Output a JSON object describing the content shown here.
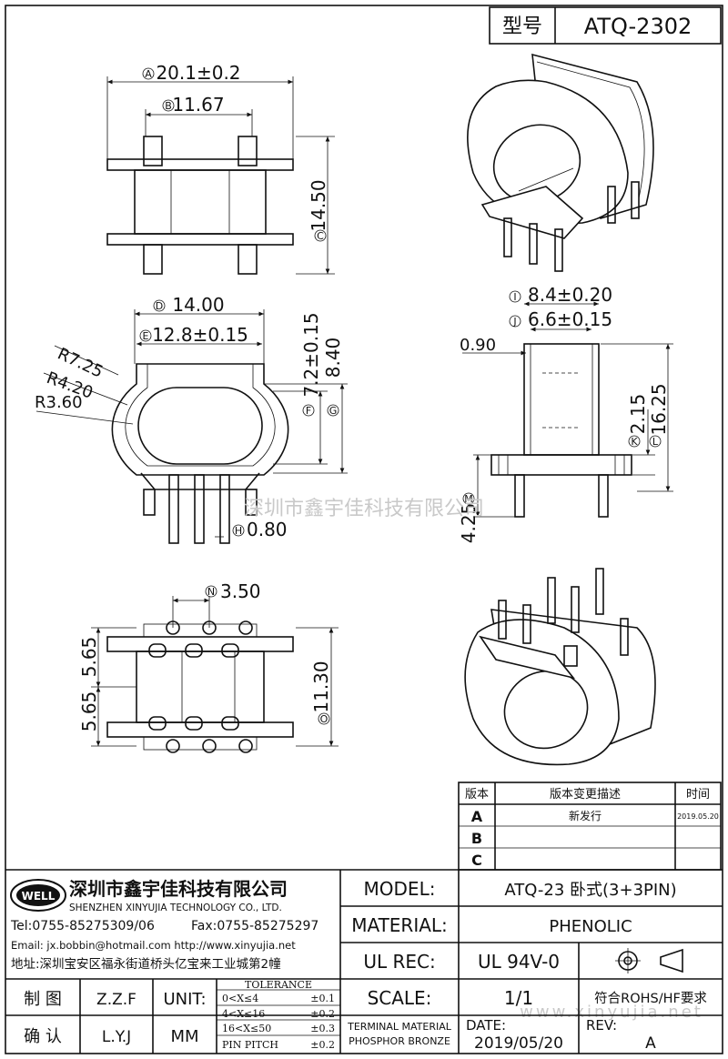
{
  "header": {
    "label": "型号",
    "model_code": "ATQ-2302"
  },
  "dimensions": {
    "a": "20.1±0.2",
    "b": "11.67",
    "c": "14.50",
    "d": "14.00",
    "e": "12.8±0.15",
    "f": "7.2±0.15",
    "g": "8.40",
    "h": "0.80",
    "i": "8.4±0.20",
    "j": "6.6±0.15",
    "k": "2.15",
    "l": "16.25",
    "m": "4.25",
    "n": "3.50",
    "o": "11.30",
    "r1": "R7.25",
    "r2": "R4.20",
    "r3": "R3.60",
    "side_offset": "0.90",
    "pitch_top": "5.65",
    "pitch_bottom": "5.65"
  },
  "circle_letters": [
    "A",
    "B",
    "C",
    "D",
    "E",
    "F",
    "G",
    "H",
    "I",
    "J",
    "K",
    "L",
    "M",
    "N",
    "O"
  ],
  "watermark": {
    "cn": "深圳市鑫宇佳科技有限公司",
    "url": "www.xinyujia.net"
  },
  "revision": {
    "headers": [
      "版本",
      "版本变更描述",
      "时间"
    ],
    "rows": [
      {
        "ver": "A",
        "desc": "新发行",
        "date": "2019.05.20"
      },
      {
        "ver": "B",
        "desc": "",
        "date": ""
      },
      {
        "ver": "C",
        "desc": "",
        "date": ""
      }
    ]
  },
  "company": {
    "logo": "WELL",
    "name_cn": "深圳市鑫宇佳科技有限公司",
    "name_en": "SHENZHEN XINYUJIA TECHNOLOGY CO., LTD.",
    "tel": "Tel:0755-85275309/06",
    "fax": "Fax:0755-85275297",
    "email": "Email: jx.bobbin@hotmail.com http://www.xinyujia.net",
    "address": "地址:深圳宝安区福永街道桥头亿宝来工业城第2幢"
  },
  "fields": {
    "model_label": "MODEL:",
    "model_value": "ATQ-23 卧式(3+3PIN)",
    "material_label": "MATERIAL:",
    "material_value": "PHENOLIC",
    "ulrec_label": "UL REC:",
    "ulrec_value": "UL 94V-0",
    "scale_label": "SCALE:",
    "scale_value": "1/1",
    "rohs": "符合ROHS/HF要求",
    "terminal_material": "TERMINAL MATERIAL",
    "phosphor_bronze": "PHOSPHOR BRONZE",
    "date_label": "DATE:",
    "date_value": "2019/05/20",
    "rev_label": "REV:",
    "rev_value": "A"
  },
  "signoff": {
    "draw_label": "制 图",
    "draw_value": "Z.Z.F",
    "check_label": "确 认",
    "check_value": "L.Y.J",
    "unit_label": "UNIT:",
    "unit_value": "MM"
  },
  "tolerance": {
    "title": "TOLERANCE",
    "rows": [
      {
        "range": "0<X≤4",
        "tol": "±0.1"
      },
      {
        "range": "4<X≤16",
        "tol": "±0.2"
      },
      {
        "range": "16<X≤50",
        "tol": "±0.3"
      },
      {
        "range": "PIN PITCH",
        "tol": "±0.2"
      }
    ]
  }
}
